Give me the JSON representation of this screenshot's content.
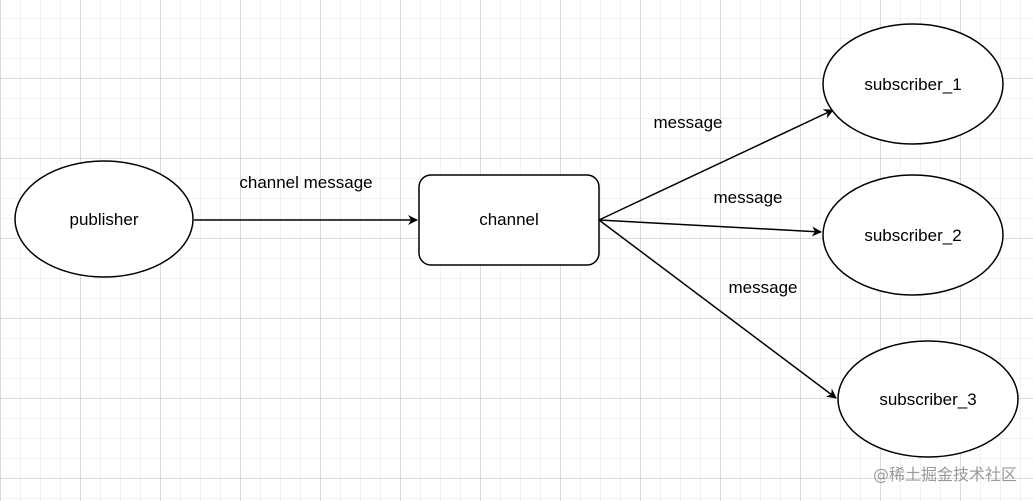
{
  "nodes": {
    "publisher": {
      "label": "publisher"
    },
    "channel": {
      "label": "channel"
    },
    "subscriber_1": {
      "label": "subscriber_1"
    },
    "subscriber_2": {
      "label": "subscriber_2"
    },
    "subscriber_3": {
      "label": "subscriber_3"
    }
  },
  "edges": {
    "publisher_to_channel": {
      "label": "channel message"
    },
    "channel_to_subscriber_1": {
      "label": "message"
    },
    "channel_to_subscriber_2": {
      "label": "message"
    },
    "channel_to_subscriber_3": {
      "label": "message"
    }
  },
  "watermark": "@稀土掘金技术社区",
  "colors": {
    "stroke": "#000000",
    "background": "#ffffff",
    "grid": "#e6e6e6"
  }
}
